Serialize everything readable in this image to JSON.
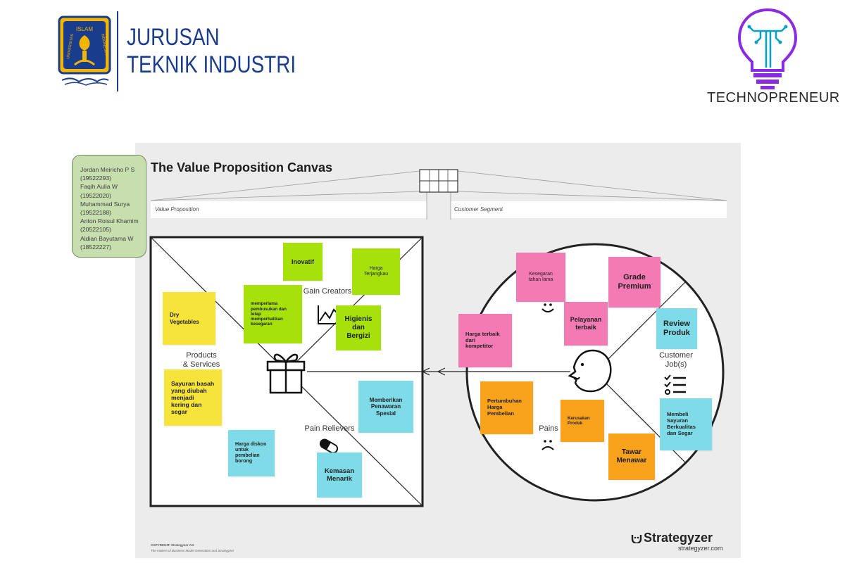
{
  "header": {
    "university_logo": {
      "name": "university-seal-logo",
      "text_top": "ISLAM",
      "text_left": "UNIVERSITAS",
      "text_right": "INDONESIA",
      "colors": {
        "primary": "#f2b600",
        "secondary": "#1a3c8c"
      }
    },
    "department_line1": "JURUSAN",
    "department_line2": "TEKNIK INDUSTRI",
    "department_color": "#1a3c8c",
    "brand_logo": {
      "name": "lightbulb-icon",
      "colors": {
        "outline": "#8a2be2",
        "circuit": "#00a0c8"
      }
    },
    "brand_name": "TECHNOPRENEUR"
  },
  "team": {
    "lines": [
      "Jordan Meiricho P S",
      "(19522293)",
      "Faqih Aulia W",
      "(19522020)",
      "Muhammad Surya",
      "(19522188)",
      "Anton Roisul Khamim",
      "(20522105)",
      "Aldian Bayutama W",
      "(18522227)"
    ]
  },
  "canvas": {
    "title": "The Value Proposition Canvas",
    "value_proposition_label": "Value Proposition",
    "customer_segment_label": "Customer Segment",
    "sections": {
      "gain_creators": "Gain Creators",
      "products_services": "Products\n& Services",
      "pain_relievers": "Pain Relievers",
      "customer_jobs": "Customer\nJob(s)",
      "pains": "Pains"
    },
    "icons": [
      "gift-icon",
      "chart-trend-icon",
      "pill-icon",
      "smiley-happy-icon",
      "face-profile-icon",
      "checklist-icon",
      "smiley-sad-icon"
    ]
  },
  "notes": {
    "inovatif": "Inovatif",
    "harga_terjangkau": "Harga\nTerjangkau",
    "memperlama": "memperlama\npembusukan dan\ntetap\nmemperhatikan\nkesegaran",
    "higienis": "Higienis\ndan\nBergizi",
    "dry_vegetables": "Dry\nVegetables",
    "sayuran_basah": "Sayuran basah\nyang diubah\nmenjadi\nkering dan\nsegar",
    "memberikan_penawaran": "Memberikan\nPenawaran\nSpesial",
    "harga_diskon": "Harga diskon\nuntuk\npembelian\nborong",
    "kemasan_menarik": "Kemasan\nMenarik",
    "kesegaran": "Kesegaran\ntahan lama",
    "grade_premium": "Grade\nPremium",
    "pelayanan_terbaik": "Pelayanan\nterbaik",
    "review_produk": "Review\nProduk",
    "harga_terbaik": "Harga terbaik\ndari\nkompetitor",
    "pertumbuhan_harga": "Pertumbuhan\nHarga\nPembelian",
    "kerusakan_produk": "Kerusakan\nProduk",
    "tawar_menawar": "Tawar\nMenawar",
    "membeli_sayuran": "Membeli\nSayuran\nBerkualitas\ndan Segar"
  },
  "note_colors": {
    "green": "#a6e20a",
    "yellow": "#f7e43a",
    "cyan": "#7fdbe8",
    "pink": "#f47ab4",
    "orange": "#f9a21c"
  },
  "footer": {
    "copyright": "COPYRIGHT: Strategyzer AG",
    "tagline": "The makers of Business Model Generation and Strategyzer",
    "brand": "Strategyzer",
    "url": "strategyzer.com"
  }
}
